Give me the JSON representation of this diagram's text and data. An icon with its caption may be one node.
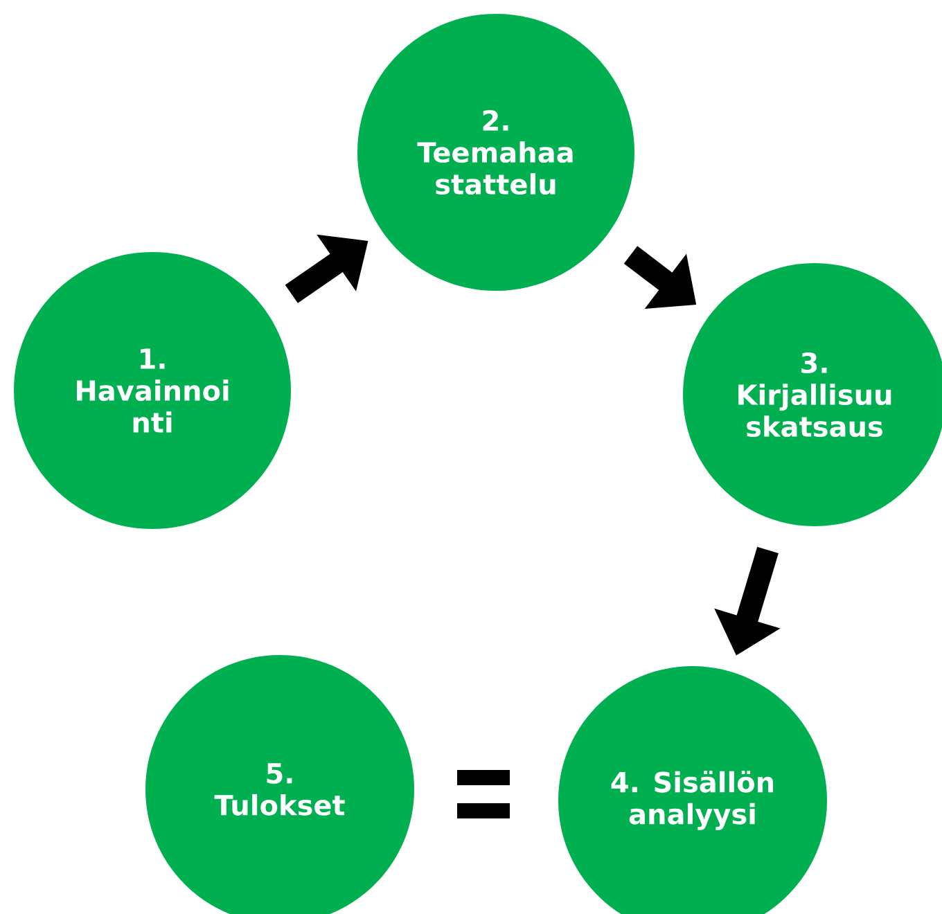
{
  "diagram": {
    "nodes": [
      {
        "text": [
          "1. Havainnoi nti"
        ]
      },
      {
        "text": [
          "2. Teemahaa stattelu"
        ]
      },
      {
        "text": [
          "3. Kirjallisuu skatsaus"
        ]
      },
      {
        "text": [
          "4. Sisällön analyysi"
        ]
      },
      {
        "text": [
          "5. Tulokset"
        ]
      }
    ],
    "edges": [
      {
        "from": 0,
        "to": 1,
        "arrow": "to"
      },
      {
        "from": 1,
        "to": 2,
        "arrow": "to"
      },
      {
        "from": 2,
        "to": 3,
        "arrow": "to"
      }
    ]
  }
}
